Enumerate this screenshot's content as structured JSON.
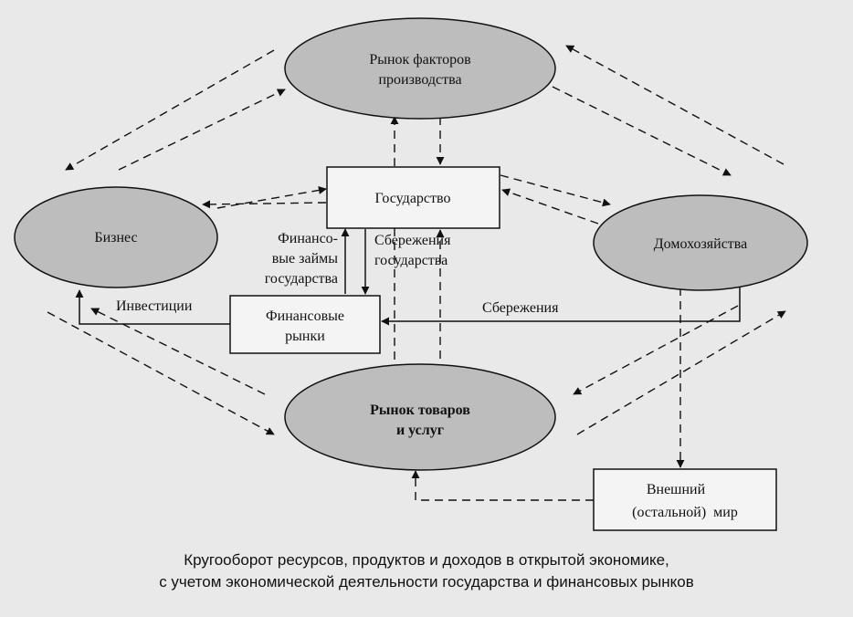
{
  "nodes": {
    "factor_market": [
      "Рынок факторов",
      "производства"
    ],
    "government": [
      "Государство"
    ],
    "business": [
      "Бизнес"
    ],
    "households": [
      "Домохозяйства"
    ],
    "financial_markets": [
      "Финансовые",
      "рынки"
    ],
    "goods_market": [
      "Рынок товаров",
      "и услуг"
    ],
    "foreign_world": [
      "Внешний",
      "(остальной)  мир"
    ]
  },
  "flow_labels": {
    "gov_loans": [
      "Финансо-",
      "вые займы",
      "государства"
    ],
    "gov_savings": [
      "Сбережения",
      "государства"
    ],
    "investments": "Инвестиции",
    "savings": "Сбережения"
  },
  "caption": {
    "line1": "Кругооборот ресурсов, продуктов и доходов в открытой экономике,",
    "line2": "с учетом экономической деятельности государства и финансовых рынков"
  },
  "colors": {
    "ellipse_fill": "#bdbdbd",
    "background": "#e9e9e9",
    "stroke": "#111111"
  }
}
